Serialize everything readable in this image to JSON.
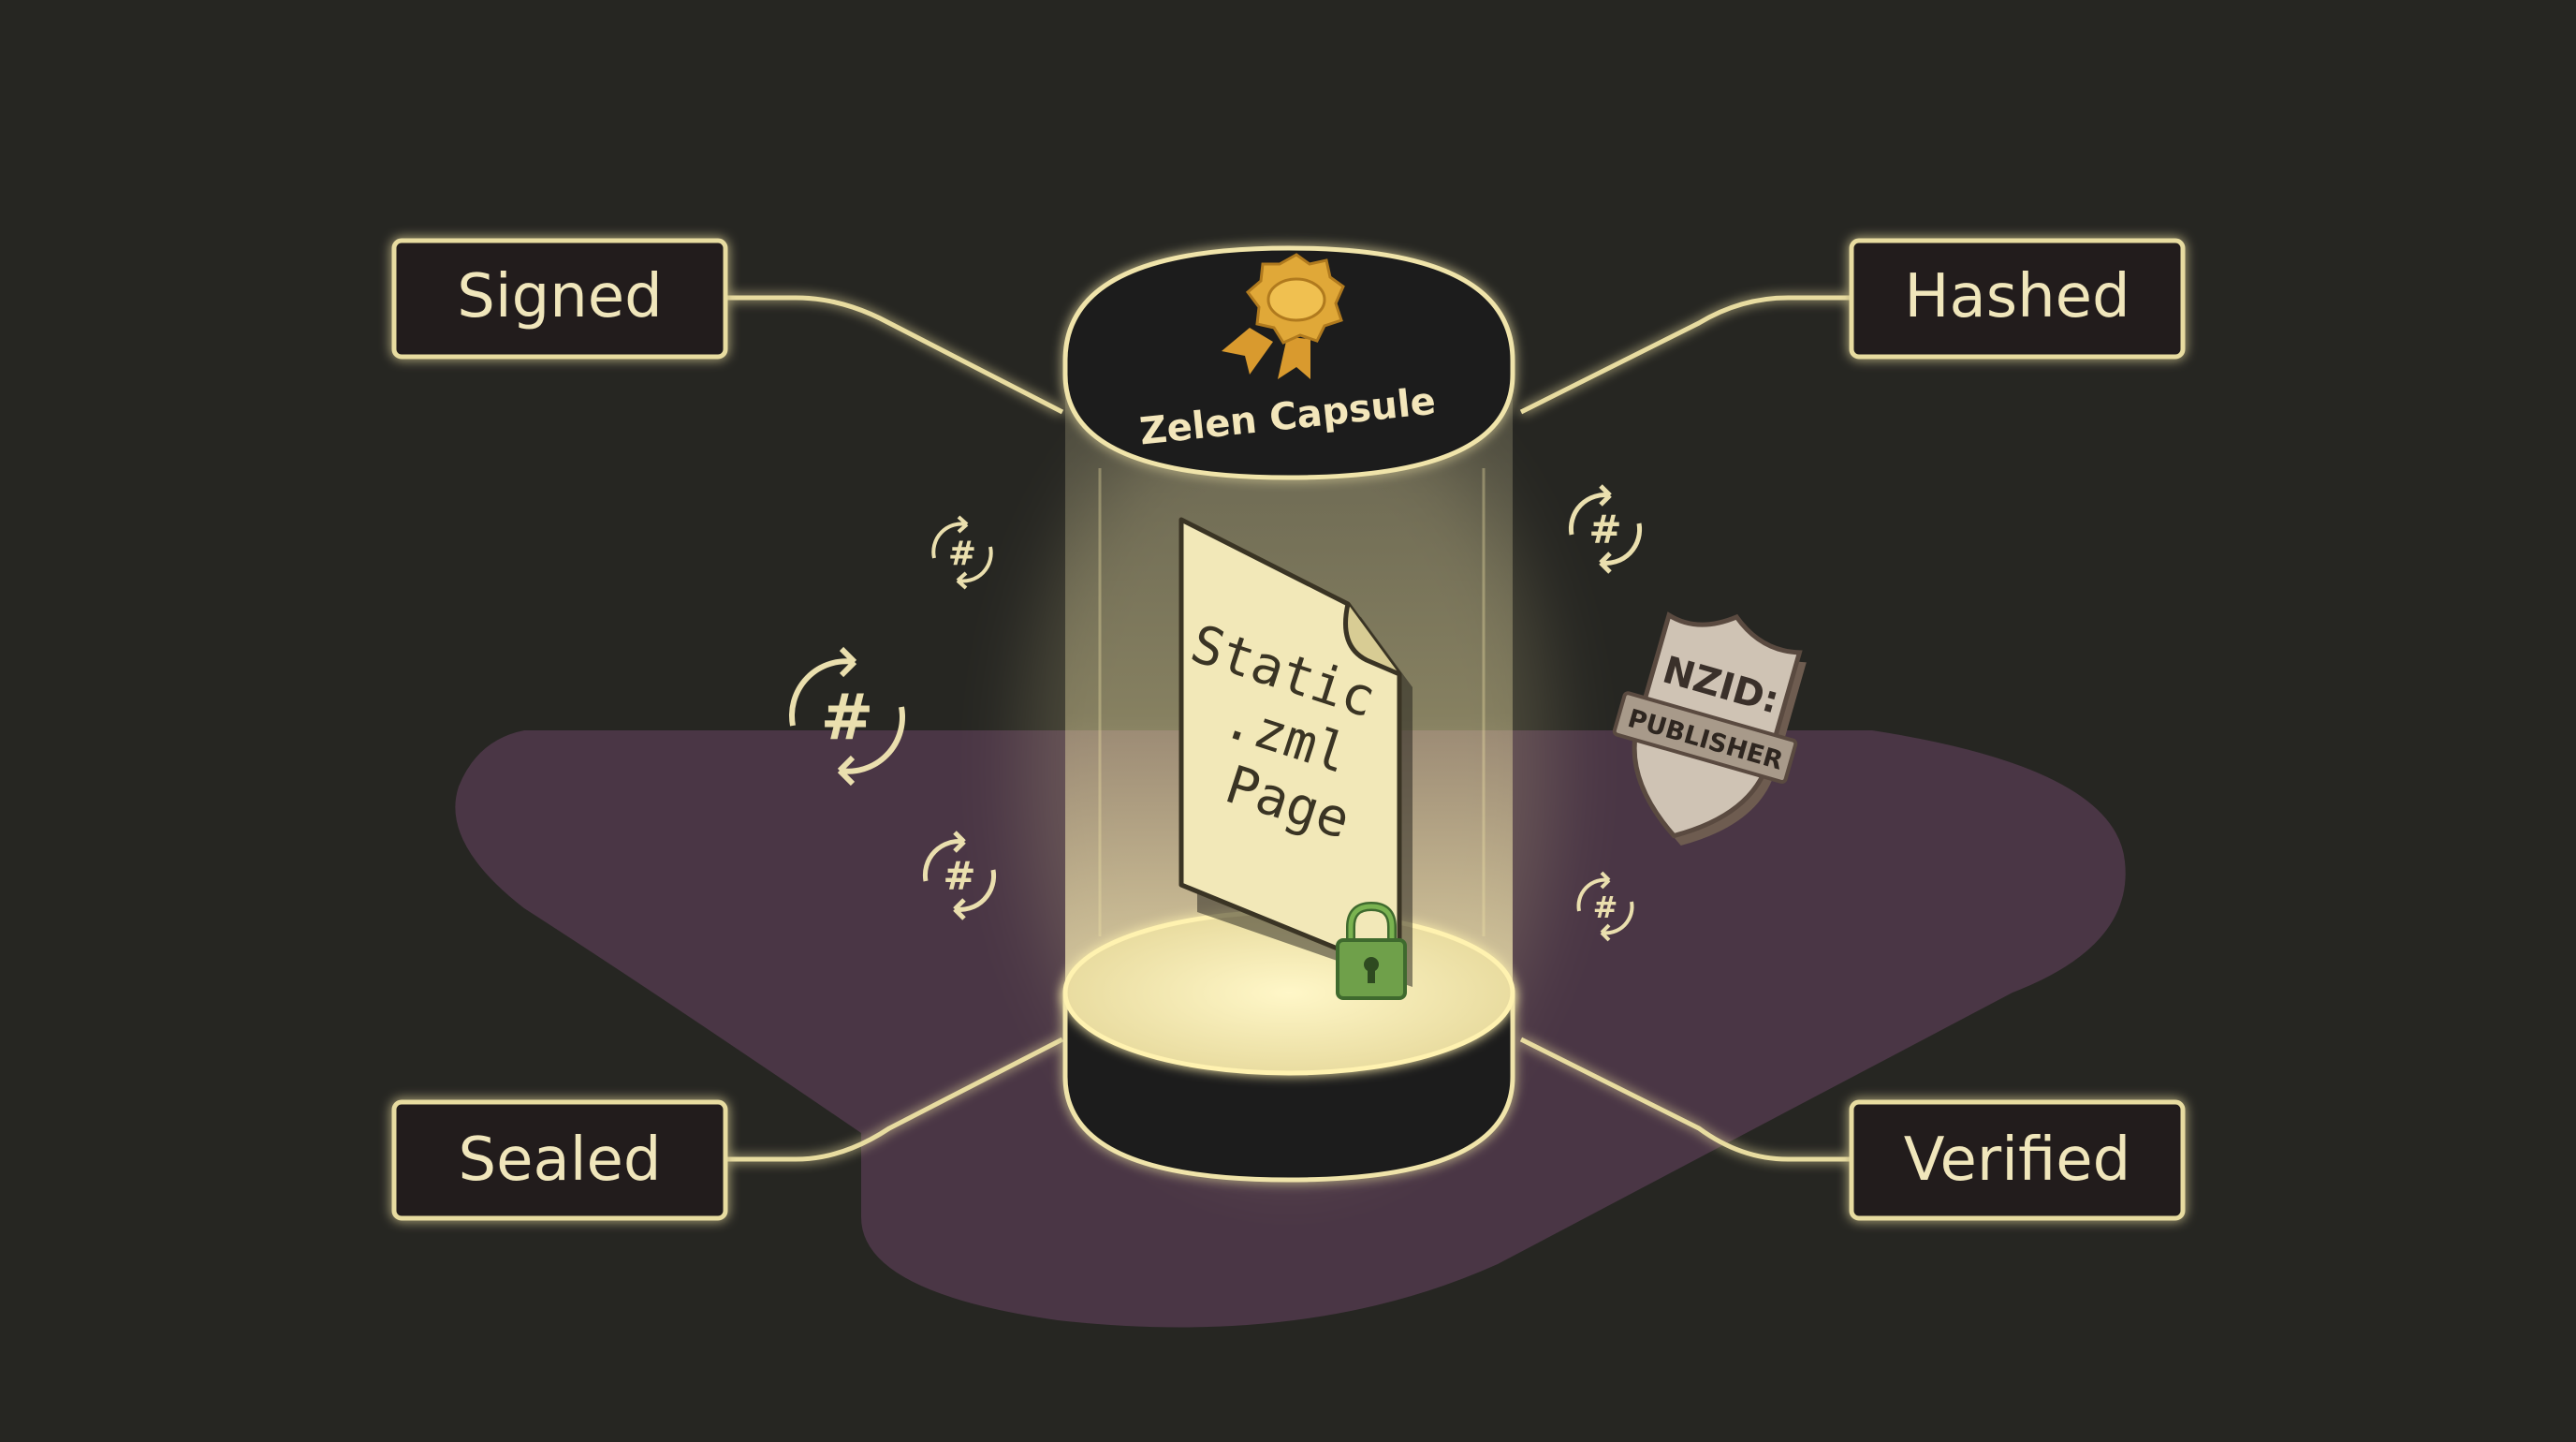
{
  "diagram": {
    "capsule_title": "Zelen Capsule",
    "document": {
      "line1": "Static",
      "line2": ".zml",
      "line3": "Page"
    },
    "labels": {
      "signed": "Signed",
      "hashed": "Hashed",
      "sealed": "Sealed",
      "verified": "Verified"
    },
    "badge": {
      "line1": "NZID:",
      "line2": "PUBLISHER"
    },
    "hash_symbol": "#",
    "colors": {
      "background": "#262622",
      "glow": "#f3e6a8",
      "label_border": "#e8dca0",
      "label_text": "#f0e6bb",
      "purple_band": "#4a3645",
      "rosette": "#e0a838",
      "lock": "#6fa04a",
      "paper": "#f2e8b8"
    }
  }
}
